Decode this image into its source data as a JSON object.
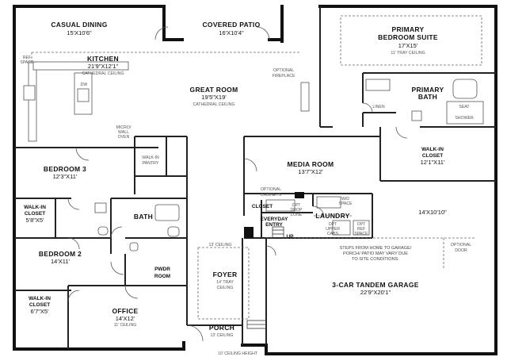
{
  "rooms": {
    "casual_dining": {
      "name": "CASUAL DINING",
      "dim": "15'X10'6\""
    },
    "covered_patio": {
      "name": "COVERED PATIO",
      "dim": "16'X10'4\""
    },
    "primary_suite": {
      "name1": "PRIMARY",
      "name2": "BEDROOM SUITE",
      "dim": "17'X15'",
      "note": "11' TRAY CEILING"
    },
    "kitchen": {
      "name": "KITCHEN",
      "dim": "21'9\"X12'1\"",
      "note": "CATHEDRAL CEILING"
    },
    "great_room": {
      "name": "GREAT ROOM",
      "dim": "19'5\"X19'",
      "note": "CATHEDRAL CEILING"
    },
    "primary_bath": {
      "name1": "PRIMARY",
      "name2": "BATH"
    },
    "walkin_primary": {
      "name1": "WALK-IN",
      "name2": "CLOSET",
      "dim": "12'1\"X11'"
    },
    "bedroom3": {
      "name": "BEDROOM 3",
      "dim": "12'3\"X11'"
    },
    "walkin_pantry": {
      "name1": "WALK-IN",
      "name2": "PANTRY"
    },
    "media_room": {
      "name": "MEDIA ROOM",
      "dim": "13'7\"X12'"
    },
    "walkin_5": {
      "name1": "WALK-IN",
      "name2": "CLOSET",
      "dim": "5'8\"X5'"
    },
    "bath": {
      "name": "BATH"
    },
    "bedroom2": {
      "name": "BEDROOM 2",
      "dim": "14'X11'"
    },
    "pwdr": {
      "name1": "PWDR",
      "name2": "ROOM"
    },
    "foyer": {
      "name": "FOYER",
      "note1": "14' TRAY",
      "note2": "CEILING"
    },
    "walkin_6": {
      "name1": "WALK-IN",
      "name2": "CLOSET",
      "dim": "6'7\"X5'"
    },
    "office": {
      "name": "OFFICE",
      "dim": "14'X12'",
      "note": "11' CEILING"
    },
    "porch": {
      "name": "PORCH",
      "note": "13' CEILING"
    },
    "garage": {
      "name": "3-CAR TANDEM GARAGE",
      "dim": "22'9\"X20'1\""
    },
    "garage_bay": {
      "dim": "14'X10'10\""
    },
    "laundry": {
      "name": "LAUNDRY"
    },
    "closet": {
      "name": "CLOSET"
    },
    "everyday_entry": {
      "name1": "EVERYDAY",
      "name2": "ENTRY"
    }
  },
  "labels": {
    "ref_space1": "REF",
    "ref_space2": "SPACE",
    "dw": "DW",
    "optional_fireplace1": "OPTIONAL",
    "optional_fireplace2": "FIREPLACE",
    "micro1": "MICRO/",
    "micro2": "WALL",
    "micro3": "OVEN",
    "linen": "LINEN",
    "seat": "SEAT",
    "shower": "SHOWER",
    "optional_cabinets1": "OPTIONAL",
    "optional_cabinets2": "CABINETS",
    "opt_drop1": "OPT",
    "opt_drop2": "DROP",
    "opt_drop3": "ZONE",
    "wd1": "W/D",
    "wd2": "SPACE",
    "opt_upper1": "OPT",
    "opt_upper2": "UPPER",
    "opt_upper3": "CABS",
    "opt_ref1": "OPT",
    "opt_ref2": "REF",
    "opt_ref3": "SPACE",
    "up": "UP",
    "ceiling_13": "13' CEILING",
    "steps1": "STEPS FROM HOME TO GARAGE/",
    "steps2": "PORCH/ PATIO MAY VARY DUE",
    "steps3": "TO SITE CONDITIONS.",
    "optional_door1": "OPTIONAL",
    "optional_door2": "DOOR",
    "ceiling_height": "10' CEILING HEIGHT"
  }
}
